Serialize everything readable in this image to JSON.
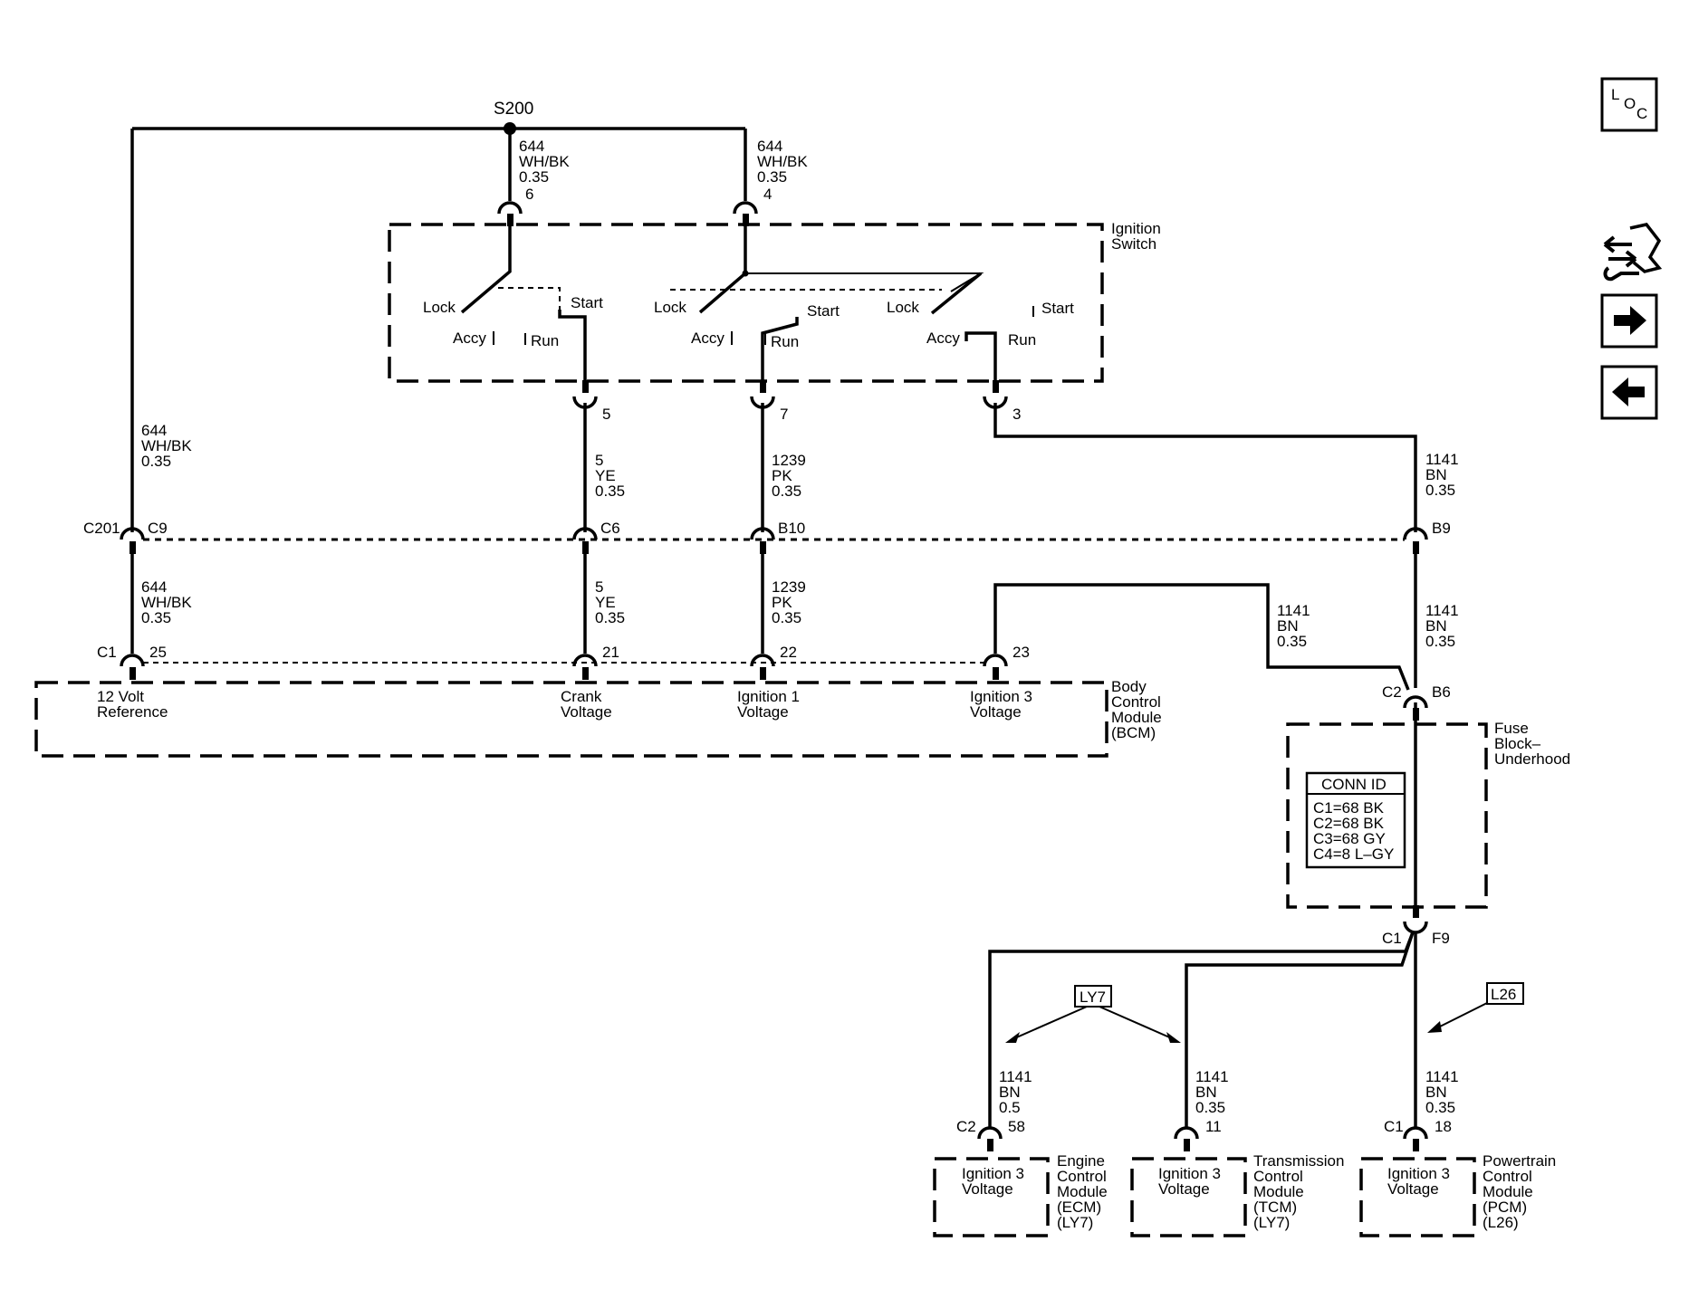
{
  "splice": "S200",
  "wire_644_label": [
    "644",
    "WH/BK",
    "0.35"
  ],
  "wire_5_label": [
    "5",
    "YE",
    "0.35"
  ],
  "wire_1239_label": [
    "1239",
    "PK",
    "0.35"
  ],
  "wire_1141_label": [
    "1141",
    "BN",
    "0.35"
  ],
  "wire_1141_ecm_label": [
    "1141",
    "BN",
    "0.5"
  ],
  "pins": {
    "sw_6": "6",
    "sw_4": "4",
    "sw_5": "5",
    "sw_7": "7",
    "sw_3": "3",
    "c9": "C9",
    "c6": "C6",
    "b10": "B10",
    "b9": "B9",
    "bcm_25": "25",
    "bcm_21": "21",
    "bcm_22": "22",
    "bcm_23": "23",
    "b6": "B6",
    "f9": "F9",
    "ecm_58": "58",
    "tcm_11": "11",
    "pcm_18": "18"
  },
  "connectors": {
    "c201": "C201",
    "c1": "C1",
    "c2": "C2"
  },
  "ignition_switch": {
    "title": [
      "Ignition",
      "Switch"
    ],
    "lock": "Lock",
    "accy": "Accy",
    "run": "Run",
    "start": "Start"
  },
  "bcm": {
    "title": [
      "Body",
      "Control",
      "Module",
      "(BCM)"
    ],
    "inputs": [
      [
        "12 Volt",
        "Reference"
      ],
      [
        "Crank",
        "Voltage"
      ],
      [
        "Ignition 1",
        "Voltage"
      ],
      [
        "Ignition 3",
        "Voltage"
      ]
    ]
  },
  "fuse_block": {
    "title": [
      "Fuse",
      "Block–",
      "Underhood"
    ],
    "conn_id_header": "CONN ID",
    "conn_id_rows": [
      "C1=68 BK",
      "C2=68 BK",
      "C3=68 GY",
      "C4=8 L–GY"
    ]
  },
  "option_tags": {
    "ly7": "LY7",
    "l26": "L26"
  },
  "modules": [
    {
      "input": [
        "Ignition 3",
        "Voltage"
      ],
      "title": [
        "Engine",
        "Control",
        "Module",
        "(ECM)",
        "(LY7)"
      ]
    },
    {
      "input": [
        "Ignition 3",
        "Voltage"
      ],
      "title": [
        "Transmission",
        "Control",
        "Module",
        "(TCM)",
        "(LY7)"
      ]
    },
    {
      "input": [
        "Ignition 3",
        "Voltage"
      ],
      "title": [
        "Powertrain",
        "Control",
        "Module",
        "(PCM)",
        "(L26)"
      ]
    }
  ],
  "nav": {
    "loc": [
      "L",
      "O",
      "C"
    ]
  }
}
